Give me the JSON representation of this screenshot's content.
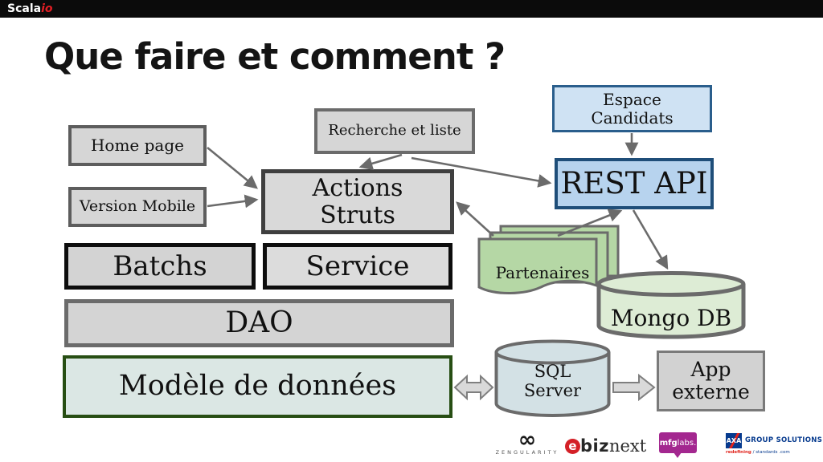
{
  "topbar": {
    "brand_scala": "Scala",
    "brand_io": "io"
  },
  "title": "Que faire et comment ?",
  "nodes": {
    "home_page": "Home page",
    "version_mobile": "Version Mobile",
    "recherche_et_liste": "Recherche et liste",
    "actions_struts": "Actions\nStruts",
    "espace_candidats": "Espace\nCandidats",
    "rest_api": "REST API",
    "batchs": "Batchs",
    "service": "Service",
    "partenaires": "Partenaires",
    "mongo_db": "Mongo DB",
    "dao": "DAO",
    "modele_de_donnees": "Modèle de données",
    "sql_server": "SQL\nServer",
    "app_externe": "App\nexterne"
  },
  "colors": {
    "blue_fill": "#b7d3ee",
    "blue_light_fill": "#cfe2f3",
    "blue_border": "#1f4e79",
    "green_doc_fill": "#b5d7a5",
    "green_cyl_fill": "#ddecd5",
    "green_border": "#274e13",
    "gray_fill": "#d6d6d6",
    "gray_border": "#5d5d5d",
    "sql_cyl_fill": "#d3e1e5",
    "arrow_gray": "#6b6b6b",
    "brand_red": "#e31e24"
  },
  "footer": {
    "zengularity": {
      "symbol": "∞",
      "label": "ZENGULARITY"
    },
    "ebiznext": {
      "e": "e",
      "biz": "biz",
      "next": "next"
    },
    "mfglabs": {
      "bold": "mfg",
      "light": "labs."
    },
    "axa": {
      "axa": "AXA",
      "name": "GROUP SOLUTIONS",
      "tag_red": "redefining",
      "tag_blue": "/ standards .com"
    }
  }
}
